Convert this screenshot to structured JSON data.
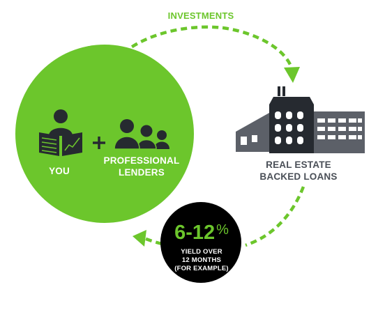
{
  "labels": {
    "investments": "INVESTMENTS",
    "you": "YOU",
    "plus": "+",
    "professional_lenders": "PROFESSIONAL\nLENDERS",
    "real_estate_loans": "REAL ESTATE\nBACKED LOANS"
  },
  "yield": {
    "range": "6-12",
    "percent_sign": "%",
    "description": "YIELD OVER\n12 MONTHS\n(FOR EXAMPLE)"
  },
  "colors": {
    "green": "#6cc62c",
    "black": "#000000",
    "building_dark": "#262a30",
    "building_gray": "#5c6068",
    "white": "#ffffff"
  },
  "icons": [
    "newspaper-reader-icon",
    "plus-icon",
    "people-group-icon",
    "building-icon"
  ]
}
